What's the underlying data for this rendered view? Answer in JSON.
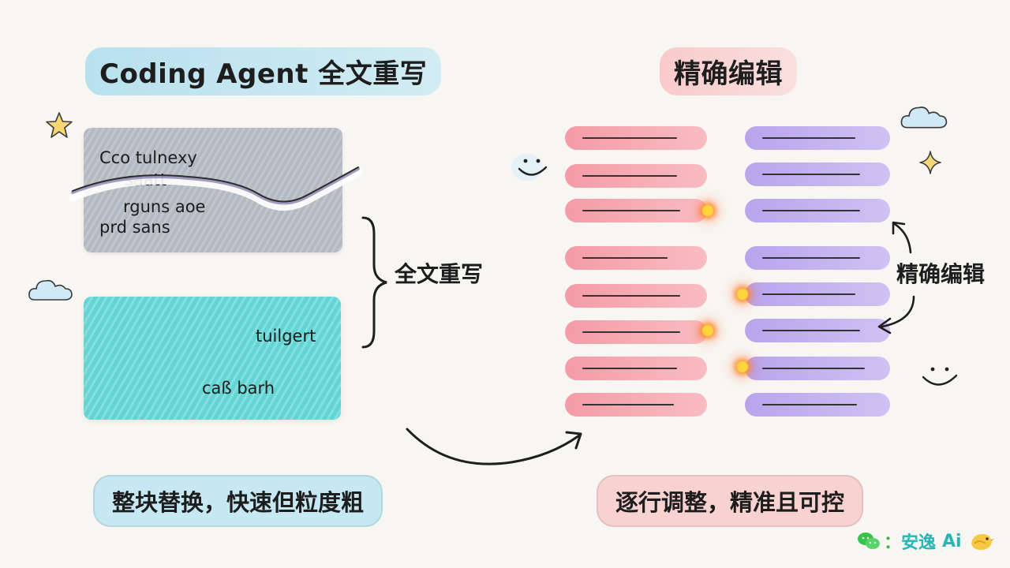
{
  "left_title": "Coding Agent 全文重写",
  "right_title": "精确编辑",
  "old_card": {
    "lines": [
      "Cco tulnexy",
      "saatt",
      "rguns aoe",
      "prd sans"
    ]
  },
  "new_card": {
    "lines": [
      "tuilgert",
      "caß barh"
    ]
  },
  "brace_label": "全文重写",
  "side_label": "精确编辑",
  "left_caption": "整块替换，快速但粒度粗",
  "right_caption": "逐行调整，精准且可控",
  "watermark": {
    "separator": "：",
    "brand": "安逸",
    "brand_suffix": "Ai"
  },
  "colors": {
    "old_card": "#b9bfc6",
    "new_card": "#66dbd9",
    "original_rows": "#f4a0aa",
    "edited_rows": "#b8a4ec",
    "highlight_dot": "#ffd43a"
  },
  "icons": [
    "star-icon",
    "cloud-icon",
    "sparkle-icon",
    "smiley-icon",
    "wechat-icon",
    "bird-icon"
  ]
}
